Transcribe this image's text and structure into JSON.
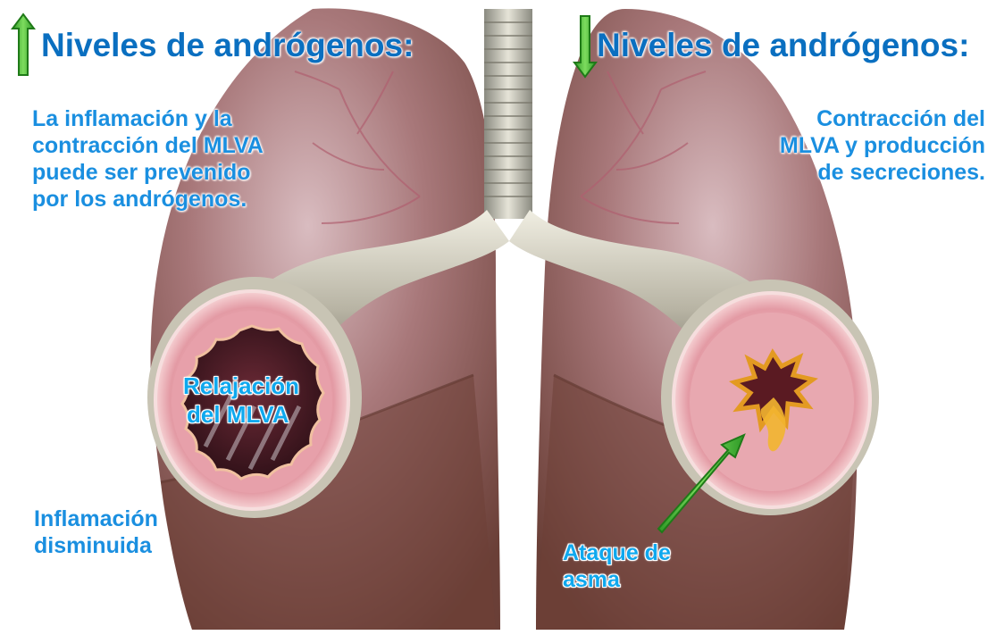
{
  "colors": {
    "title": "#0a6fc0",
    "text": "#1a8fe0",
    "inner_label": "#0fa8ee",
    "arrow_fill": "#44bb33",
    "lung": "#8a5a52",
    "airway": "#e8aab0"
  },
  "left_panel": {
    "arrow_icon": "arrow-up-icon",
    "title": "Niveles de andrógenos:",
    "text_lines": [
      "La inflamación y la",
      "contracción del MLVA",
      "puede ser prevenido",
      "por los andrógenos."
    ],
    "airway_label_lines": [
      "Relajación",
      "del MLVA"
    ],
    "bottom_label_lines": [
      "Inflamación",
      "disminuida"
    ]
  },
  "right_panel": {
    "arrow_icon": "arrow-down-icon",
    "title": "Niveles de andrógenos:",
    "text_lines": [
      "Contracción del",
      "MLVA y producción",
      "de secreciones."
    ],
    "bottom_label_lines": [
      "Ataque de",
      "asma"
    ],
    "pointer_icon": "diagonal-arrow-icon"
  }
}
